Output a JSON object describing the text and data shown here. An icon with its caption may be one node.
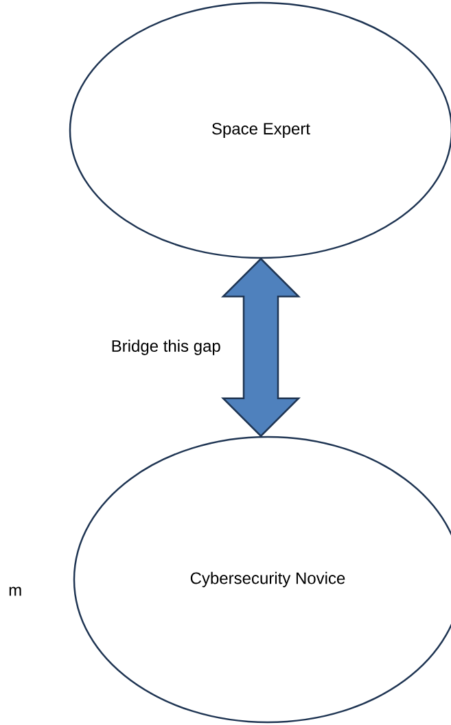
{
  "diagram": {
    "nodes": [
      {
        "text": [
          "Space Expert"
        ]
      },
      {
        "text": [
          "Cybersecurity  Novice"
        ]
      }
    ],
    "edges": [
      {
        "from": 0,
        "to": 1,
        "arrow": "both",
        "label": "Bridge this gap"
      }
    ],
    "labels": [
      "m"
    ]
  }
}
